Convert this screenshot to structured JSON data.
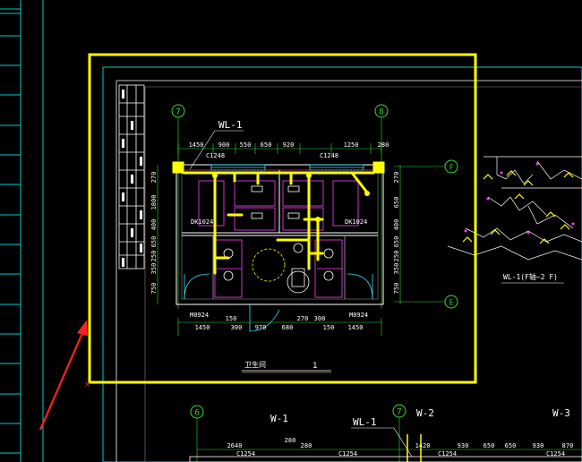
{
  "drawing": {
    "pipe_label_top": "WL-1",
    "axis_left": "7",
    "axis_right": "8",
    "axis_top": "F",
    "axis_bottom": "E",
    "top_dims": [
      "1450",
      "900",
      "550",
      "650",
      "920",
      "1250",
      "280"
    ],
    "window_labels": [
      "C1248",
      "C1248"
    ],
    "left_dims": [
      "270",
      "1800",
      "400",
      "650",
      "250",
      "350",
      "750"
    ],
    "right_dims": [
      "270",
      "650",
      "400",
      "650",
      "250",
      "350",
      "750"
    ],
    "door_labels_mid": [
      "DK1024",
      "DK1024"
    ],
    "door_labels_bottom": [
      "M0924",
      "M0924"
    ],
    "bottom_dims": [
      "1450",
      "150",
      "300",
      "970",
      "680",
      "270",
      "300",
      "150",
      "1450"
    ],
    "room_labels": [
      "",
      ""
    ],
    "title_block_name": "卫生间",
    "title_block_num": "1",
    "iso_caption": "WL-1(F轴~2 F)",
    "lower_axes": [
      "6",
      "7"
    ],
    "lower_pipe_labels": [
      "W-1",
      "WL-1",
      "W-2",
      "W-3"
    ],
    "lower_dims": [
      "2640",
      "280",
      "280",
      "1420",
      "930",
      "650",
      "650",
      "930",
      "870"
    ],
    "lower_window_labels": [
      "C1254",
      "C1254",
      "C1254",
      "C1254"
    ]
  },
  "colors": {
    "background": "#000000",
    "selection": "#ffff00",
    "frame": "#ffffff",
    "guide": "#00ffff",
    "axis": "#2fe02f",
    "wall": "#ffffff",
    "fixture": "#ff40ff",
    "pointer": "#ff2020"
  }
}
